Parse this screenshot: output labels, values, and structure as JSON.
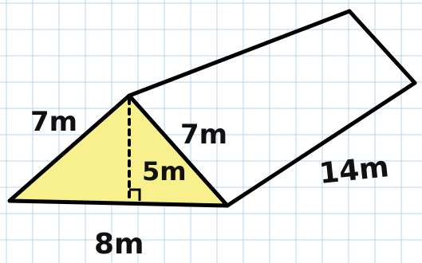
{
  "colors": {
    "grid": "#b9d3ee",
    "background": "#ffffff",
    "stroke": "#000000",
    "triangle_fill": "#f7f08c"
  },
  "labels": {
    "left_slant": "7m",
    "right_slant": "7m",
    "height": "5m",
    "base": "8m",
    "length": "14m"
  },
  "icons": {
    "right_angle": "right-angle-icon"
  }
}
